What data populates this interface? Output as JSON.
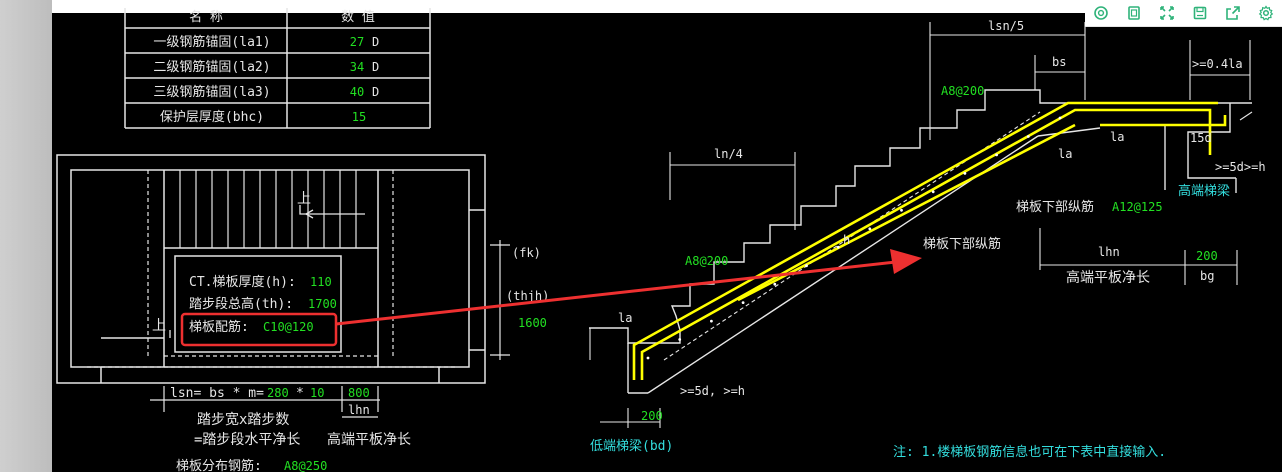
{
  "colors": {
    "white": "#e6e6e6",
    "green": "#22e022",
    "cyan": "#33dddd",
    "yellow": "#ffff00",
    "red": "#ee3030",
    "toolbar_icon": "#2fb37a"
  },
  "toolbar": {
    "icons": [
      "search-zoom-icon",
      "fit-window-icon",
      "fullscreen-icon",
      "save-icon",
      "export-icon",
      "settings-icon"
    ]
  },
  "table": {
    "header_name": "名  称",
    "header_value": "数  值",
    "rows": [
      {
        "name": "一级钢筋锚固(la1)",
        "value": "27",
        "unit": "D"
      },
      {
        "name": "二级钢筋锚固(la2)",
        "value": "34",
        "unit": "D"
      },
      {
        "name": "三级钢筋锚固(la3)",
        "value": "40",
        "unit": "D"
      },
      {
        "name": "保护层厚度(bhc)",
        "value": "15",
        "unit": ""
      }
    ]
  },
  "plan": {
    "up_label_1": "上",
    "up_label_2": "上",
    "thickness_label": "CT.梯板厚度(h):",
    "thickness_value": "110",
    "total_height_label": "踏步段总高(th):",
    "total_height_value": "1700",
    "rebar_label": "梯板配筋:",
    "rebar_value": "C10@120",
    "fk_label": "(fk)",
    "thjh_label": "(thjh)",
    "height_value": "1600",
    "lsn_formula": "lsn= bs * m=",
    "bs_value": "280",
    "times": "*",
    "m_value": "10",
    "lhn_value": "800",
    "lhn_label": "lhn",
    "step_desc": "踏步宽x踏步数",
    "horizontal_desc": "=踏步段水平净长",
    "landing_desc": "高端平板净长",
    "distribution_label": "梯板分布钢筋:",
    "distribution_value": "A8@250"
  },
  "section": {
    "lsn5": "lsn/5",
    "bs": "bs",
    "ge_04la": ">=0.4la",
    "top_rebar": "A8@200",
    "la_a": "la",
    "la_b": "la",
    "d15": "15d",
    "ge5d_h": ">=5d>=h",
    "high_beam": "高端梯梁",
    "ln4": "ln/4",
    "bottom_long_label": "梯板下部纵筋",
    "bottom_long_value": "A12@125",
    "bottom_long_label_2": "梯板下部纵筋",
    "h": "h",
    "lhn": "lhn",
    "v200_right": "200",
    "bg": "bg",
    "landing_net": "高端平板净长",
    "a8_low": "A8@200",
    "la_low": "la",
    "ge5d_low": ">=5d, >=h",
    "v200_low": "200",
    "low_beam": "低端梯梁(bd)",
    "note": "注: 1.楼梯板钢筋信息也可在下表中直接输入."
  }
}
